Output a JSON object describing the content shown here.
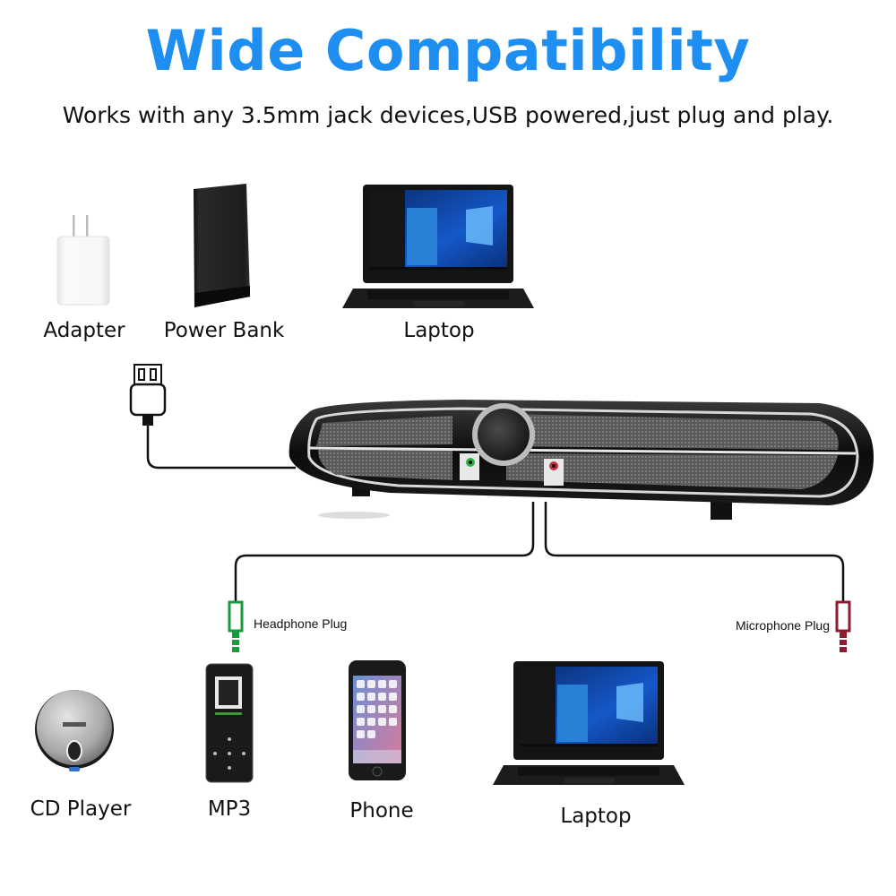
{
  "header": {
    "title": "Wide Compatibility",
    "subtitle": "Works with any 3.5mm jack devices,USB powered,just plug and play."
  },
  "power_sources": [
    {
      "label": "Adapter",
      "icon": "wall-adapter-icon"
    },
    {
      "label": "Power Bank",
      "icon": "power-bank-icon"
    },
    {
      "label": "Laptop",
      "icon": "laptop-icon"
    }
  ],
  "center": {
    "product": "soundbar-speaker",
    "usb_icon": "usb-plug-icon"
  },
  "plugs": {
    "headphone": {
      "label": "Headphone Plug",
      "color": "#1A9A3C"
    },
    "microphone": {
      "label": "Microphone Plug",
      "color": "#8E1B2E"
    }
  },
  "audio_devices": [
    {
      "label": "CD Player",
      "icon": "cd-player-icon"
    },
    {
      "label": "MP3",
      "icon": "mp3-player-icon"
    },
    {
      "label": "Phone",
      "icon": "phone-icon"
    },
    {
      "label": "Laptop",
      "icon": "laptop-icon"
    }
  ],
  "colors": {
    "title": "#1E8EF0",
    "text": "#111111",
    "cable": "#111111"
  }
}
